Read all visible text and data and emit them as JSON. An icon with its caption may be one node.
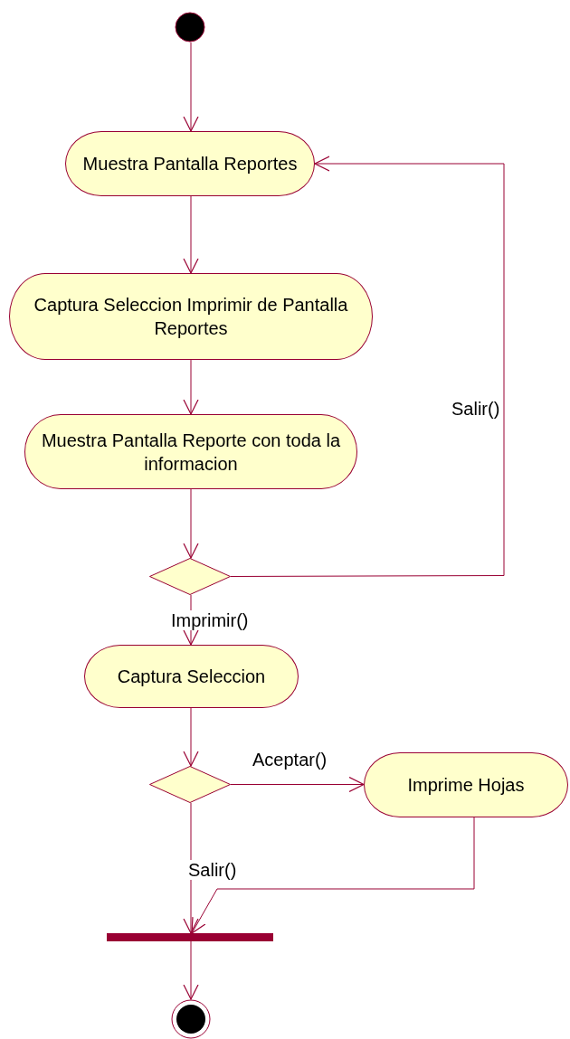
{
  "diagram": {
    "nodes": [
      {
        "text": [],
        "shape": "circle"
      },
      {
        "text": [
          "Muestra Pantalla Reportes"
        ]
      },
      {
        "text": [
          "Captura Seleccion Imprimir de Pantalla Reportes"
        ]
      },
      {
        "text": [
          "Muestra Pantalla Reporte con toda la informacion"
        ]
      },
      {
        "text": [],
        "shape": "diamond"
      },
      {
        "text": [
          "Captura Seleccion"
        ]
      },
      {
        "text": [],
        "shape": "diamond"
      },
      {
        "text": [
          "Imprime Hojas"
        ]
      },
      {
        "text": [],
        "shape": "bar"
      },
      {
        "text": [],
        "shape": "circle"
      }
    ],
    "edges": [
      {
        "from": 0,
        "to": 1,
        "arrow": "to"
      },
      {
        "from": 1,
        "to": 2,
        "arrow": "to"
      },
      {
        "from": 2,
        "to": 3,
        "arrow": "to"
      },
      {
        "from": 3,
        "to": 4,
        "arrow": "to"
      },
      {
        "from": 4,
        "to": 1,
        "arrow": "to",
        "label": "Salir()"
      },
      {
        "from": 4,
        "to": 5,
        "arrow": "to",
        "label": "Imprimir()"
      },
      {
        "from": 5,
        "to": 6,
        "arrow": "to"
      },
      {
        "from": 6,
        "to": 7,
        "arrow": "to",
        "label": "Aceptar()"
      },
      {
        "from": 6,
        "to": 8,
        "arrow": "to",
        "label": "Salir()"
      },
      {
        "from": 7,
        "to": 8,
        "arrow": "to"
      },
      {
        "from": 8,
        "to": 9,
        "arrow": "to"
      }
    ]
  }
}
